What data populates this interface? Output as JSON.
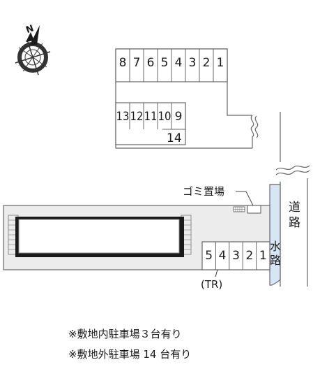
{
  "compass": {
    "label": "N",
    "icon": "compass-rose-icon"
  },
  "colors": {
    "site": "#ececec",
    "outline": "#666666",
    "water": "#d7e6f5",
    "building": "#1a1a1a"
  },
  "parking_top_row": [
    "8",
    "7",
    "6",
    "5",
    "4",
    "3",
    "2",
    "1"
  ],
  "parking_middle_row": [
    "13",
    "12",
    "11",
    "10",
    "9"
  ],
  "parking_middle_extra": "14",
  "parking_on_site": [
    "5",
    "4",
    "3",
    "2",
    "1"
  ],
  "labels": {
    "garbage": "ゴミ置場",
    "road_chars": [
      "道",
      "路"
    ],
    "waterway_chars": [
      "水",
      "路"
    ],
    "tr": "(TR)"
  },
  "notes": [
    "※敷地内駐車場３台有り",
    "※敷地外駐車場 14 台有り"
  ]
}
